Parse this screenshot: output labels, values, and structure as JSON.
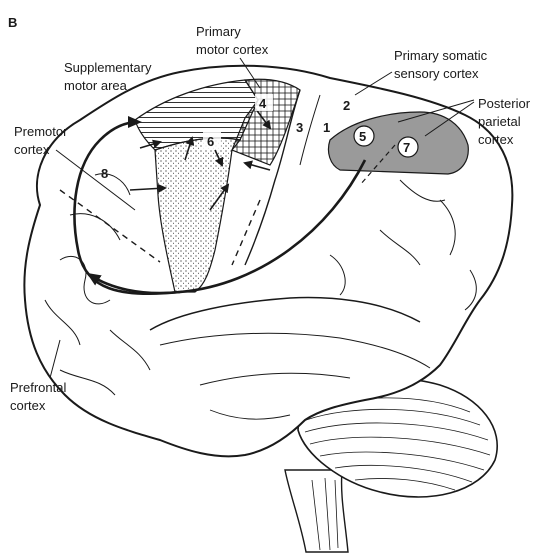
{
  "panel_label": "B",
  "labels": {
    "supplementary_motor_area": [
      "Supplementary",
      "motor area"
    ],
    "primary_motor_cortex": [
      "Primary",
      "motor cortex"
    ],
    "primary_somatic_sensory_cortex": [
      "Primary somatic",
      "sensory cortex"
    ],
    "posterior_parietal_cortex": [
      "Posterior",
      "parietal",
      "cortex"
    ],
    "premotor_cortex": [
      "Premotor",
      "cortex"
    ],
    "prefrontal_cortex": [
      "Prefrontal",
      "cortex"
    ]
  },
  "area_numbers": {
    "a1": "1",
    "a2": "2",
    "a3": "3",
    "a4": "4",
    "a5": "5",
    "a6": "6",
    "a7": "7",
    "a8": "8"
  },
  "colors": {
    "outline": "#1a1a1a",
    "posterior_parietal_fill": "#9a9a9a",
    "background": "#ffffff"
  }
}
